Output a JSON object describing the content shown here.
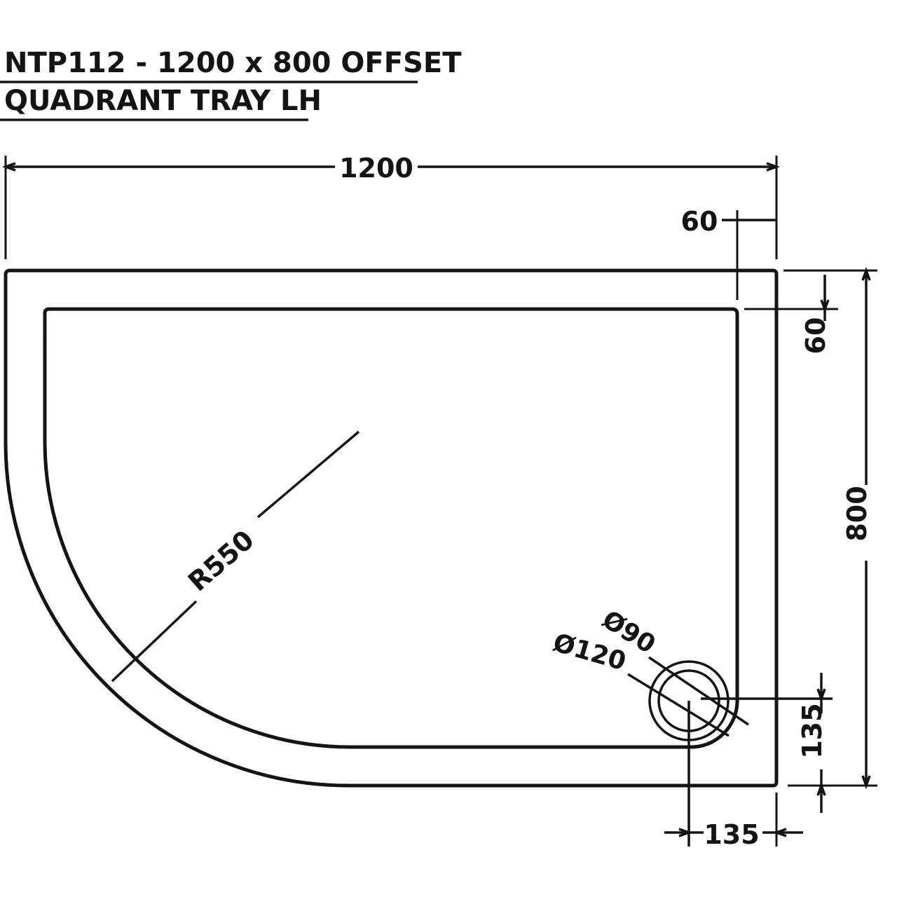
{
  "title": {
    "line1": "NTP112 - 1200 x 800 OFFSET",
    "line2": "QUADRANT TRAY LH"
  },
  "dimensions": {
    "overall_width": "1200",
    "overall_depth": "800",
    "rim_top": "60",
    "rim_right": "60",
    "radius": "R550",
    "waste_outer": "Ø120",
    "waste_inner": "Ø90",
    "waste_offset_x": "135",
    "waste_offset_y": "135"
  }
}
